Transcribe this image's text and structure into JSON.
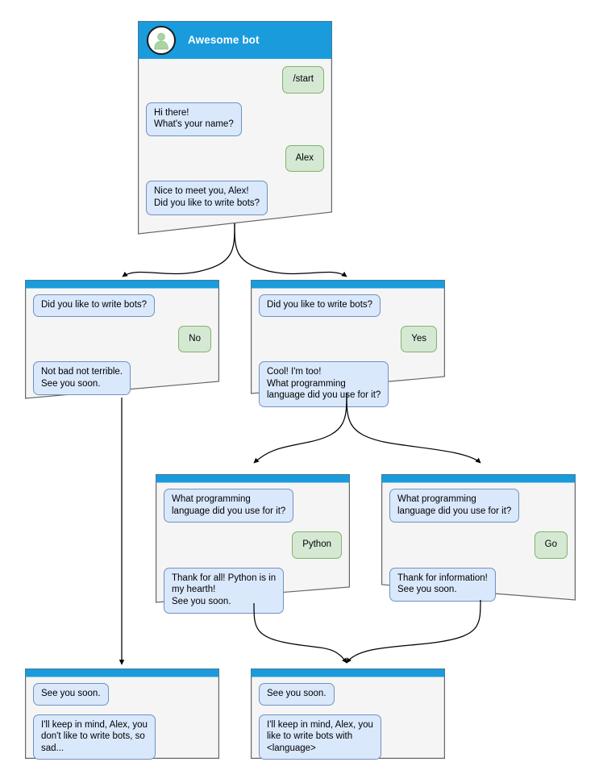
{
  "diagram": {
    "title": "Awesome bot chatbot conversation flow",
    "type": "flowchart",
    "colors": {
      "header_blue": "#1a9bdc",
      "card_background": "#f5f5f5",
      "card_border": "#666666",
      "bot_bubble_fill": "#dae8fc",
      "bot_bubble_border": "#7091c0",
      "user_bubble_fill": "#d5e8d4",
      "user_bubble_border": "#82b366",
      "edge_stroke": "#000000",
      "avatar_glyph": "#a8d5a2"
    }
  },
  "nodes": {
    "root": {
      "id": "root",
      "header": {
        "title": "Awesome bot",
        "avatar_icon": "person-avatar-icon"
      },
      "messages": [
        {
          "side": "user",
          "text": "/start"
        },
        {
          "side": "bot",
          "text": "Hi there!\nWhat's your name?"
        },
        {
          "side": "user",
          "text": "Alex"
        },
        {
          "side": "bot",
          "text": "Nice to meet you, Alex!\nDid you like to write bots?"
        }
      ]
    },
    "no_branch": {
      "id": "no_branch",
      "messages": [
        {
          "side": "bot",
          "text": "Did you like to write bots?"
        },
        {
          "side": "user",
          "text": "No"
        },
        {
          "side": "bot",
          "text": "Not bad not terrible.\nSee you soon."
        }
      ]
    },
    "yes_branch": {
      "id": "yes_branch",
      "messages": [
        {
          "side": "bot",
          "text": "Did you like to write bots?"
        },
        {
          "side": "user",
          "text": "Yes"
        },
        {
          "side": "bot",
          "text": "Cool! I'm too!\nWhat programming\nlanguage did you use for it?"
        }
      ]
    },
    "python_branch": {
      "id": "python_branch",
      "messages": [
        {
          "side": "bot",
          "text": "What programming\nlanguage did you use for it?"
        },
        {
          "side": "user",
          "text": "Python"
        },
        {
          "side": "bot",
          "text": "Thank for all! Python is in\nmy hearth!\nSee you soon."
        }
      ]
    },
    "go_branch": {
      "id": "go_branch",
      "messages": [
        {
          "side": "bot",
          "text": "What programming\nlanguage did you use for it?"
        },
        {
          "side": "user",
          "text": "Go"
        },
        {
          "side": "bot",
          "text": "Thank for information!\nSee you soon."
        }
      ]
    },
    "end_sad": {
      "id": "end_sad",
      "messages": [
        {
          "side": "bot",
          "text": "See you soon."
        },
        {
          "side": "bot",
          "text": "I'll keep in mind, Alex, you\ndon't like to write bots, so\nsad..."
        }
      ]
    },
    "end_happy": {
      "id": "end_happy",
      "messages": [
        {
          "side": "bot",
          "text": "See you soon."
        },
        {
          "side": "bot",
          "text": "I'll keep in mind, Alex, you\nlike to write bots with\n<language>"
        }
      ]
    }
  }
}
